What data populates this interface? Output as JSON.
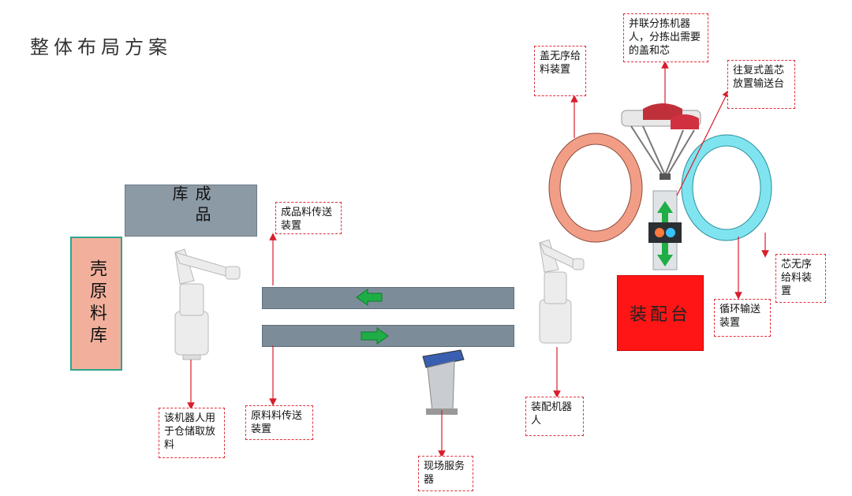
{
  "title": "整体布局方案",
  "blocks": {
    "finished_storage": "成品库",
    "shell_storage": "壳原料库",
    "assembly_table": "装配台"
  },
  "callouts": {
    "finished_conveyor": "成品料传送装置",
    "raw_conveyor": "原料料传送装置",
    "storage_robot": "该机器人用于仓储取放料",
    "field_server": "现场服务器",
    "assembly_robot": "装配机器人",
    "lid_feeder": "盖无序给料装置",
    "parallel_robot": "并联分拣机器人，分拣出需要的盖和芯",
    "shuttle_conveyor": "往复式盖芯放置输送台",
    "core_feeder": "芯无序给料装置",
    "loop_conveyor": "循环输送装置"
  },
  "colors": {
    "arrow_line": "#d81e2c",
    "belt_arrow": "#1fae45",
    "lid_ring": "#f29e87",
    "core_ring": "#7fe4ef",
    "assembly": "#ff1515"
  },
  "icons": [
    "storage-robot-icon",
    "assembly-robot-icon",
    "delta-robot-icon",
    "server-kiosk-icon"
  ]
}
